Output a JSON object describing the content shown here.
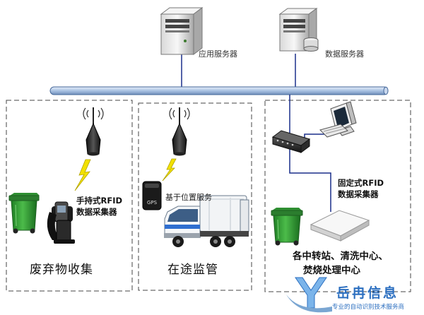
{
  "servers": {
    "app_server": "应用服务器",
    "data_server": "数据服务器"
  },
  "zones": {
    "collection": "废弃物收集",
    "transit": "在途监管",
    "stations_line1": "各中转站、清洗中心、",
    "stations_line2": "焚烧处理中心"
  },
  "devices": {
    "handheld_line1": "手持式RFID",
    "handheld_line2": "数据采集器",
    "fixed_line1": "固定式RFID",
    "fixed_line2": "数据采集器",
    "location_service": "基于位置服务",
    "gps_tag": "GPS"
  },
  "brand": {
    "name": "岳冉信息",
    "slogan": "专业的自动识别技术服务商"
  },
  "colors": {
    "network_bus": "#9bb8dc",
    "link_line": "#1a2f8a",
    "bin_green": "#3aa53a",
    "lightning": "#f2e100",
    "brand_blue": "#2c6fc0"
  }
}
